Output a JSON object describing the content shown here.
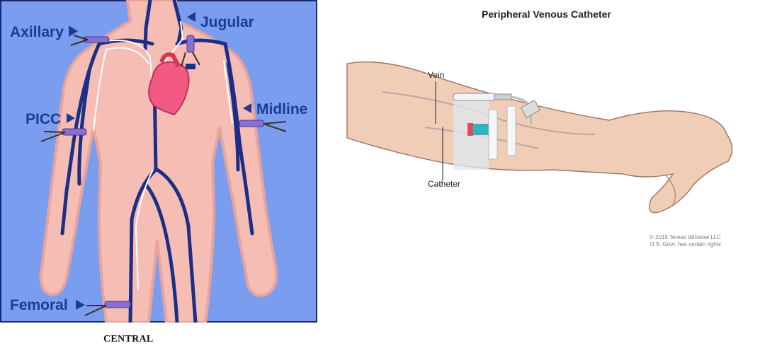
{
  "left": {
    "labels": {
      "axillary": "Axillary",
      "jugular": "Jugular",
      "picc": "PICC",
      "midline": "Midline",
      "femoral": "Femoral"
    },
    "caption": "CENTRAL",
    "colors": {
      "background": "#7b9df0",
      "skin": "#f6bdb4",
      "vein": "#1b2f86",
      "heart": "#f25a83",
      "device": "#8b6fd0"
    }
  },
  "right": {
    "title": "Peripheral Venous Catheter",
    "vein_label": "Vein",
    "catheter_label": "Catheter",
    "copyright_line1": "© 2015 Terese Winslow LLC",
    "copyright_line2": "U.S. Govt. has certain rights"
  }
}
